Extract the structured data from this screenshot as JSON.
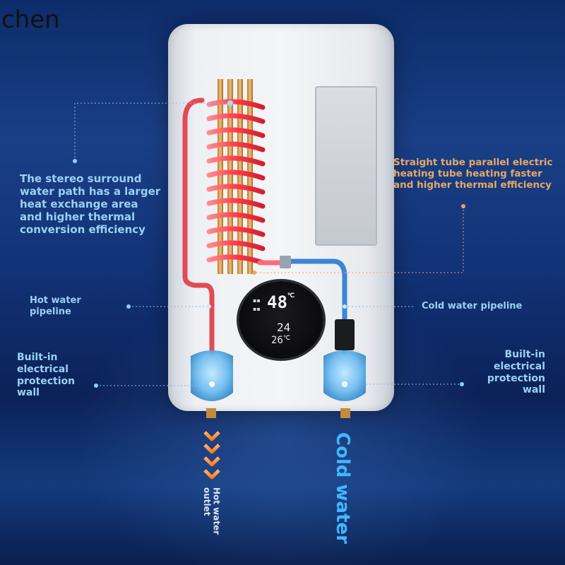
{
  "watermark": "chen",
  "annotations": {
    "stereo_path": [
      "The stereo surround",
      "water path has a larger",
      "heat exchange area",
      "and higher thermal",
      "conversion efficiency"
    ],
    "straight_tube": [
      "Straight tube parallel electric",
      "heating tube heating faster",
      "and higher thermal efficiency"
    ],
    "hot_pipeline": [
      "Hot water",
      "pipeline"
    ],
    "cold_pipeline": "Cold water pipeline",
    "left_wall": [
      "Built-in",
      "electrical",
      "protection",
      "wall"
    ],
    "right_wall": [
      "Built-in",
      "electrical",
      "protection",
      "wall"
    ],
    "hot_outlet": [
      "Hot water",
      "outlet"
    ],
    "cold_water": "Cold water"
  },
  "display": {
    "temperature": "48",
    "unit": "℃",
    "mid_value": "24",
    "low_value": "26",
    "low_unit": "℃"
  },
  "colors": {
    "hot_pipe": "#e24a55",
    "cold_pipe": "#3a86d6",
    "orange_text": "#e7a865",
    "blue_text": "#9ad1f3"
  }
}
